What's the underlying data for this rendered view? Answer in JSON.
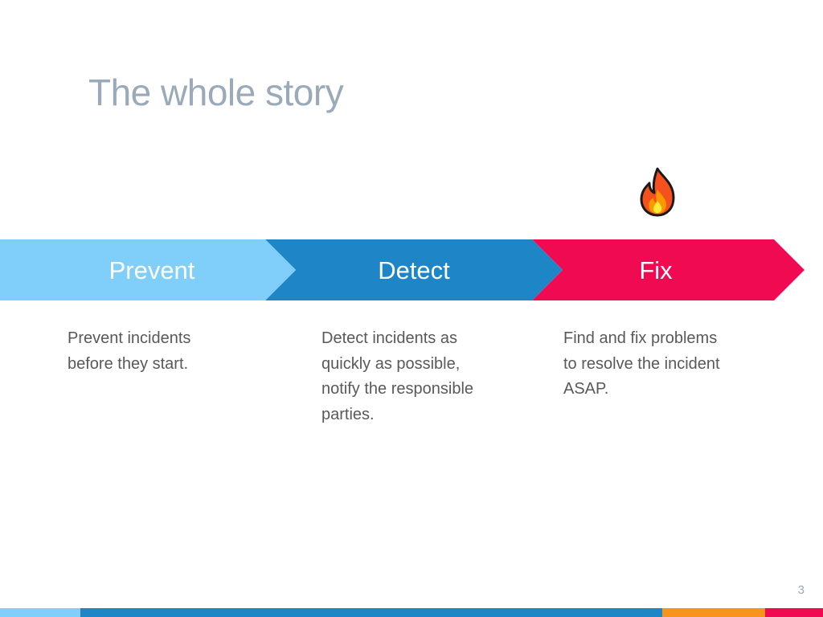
{
  "slide": {
    "title": "The whole story",
    "page_number": "3"
  },
  "colors": {
    "prevent": "#80cefa",
    "detect": "#1e86c7",
    "fix": "#ef0a52",
    "footer_light": "#80cefa",
    "footer_blue": "#1e86c7",
    "footer_orange": "#f7941d",
    "footer_pink": "#ef0a52",
    "title": "#9aaab8",
    "body_text": "#595959"
  },
  "icon": "fire-icon",
  "stages": [
    {
      "label": "Prevent",
      "description_lines": [
        "Prevent incidents",
        "before they start."
      ]
    },
    {
      "label": "Detect",
      "description_lines": [
        "Detect incidents as",
        "quickly as possible,",
        "notify the responsible",
        "parties."
      ]
    },
    {
      "label": "Fix",
      "description_lines": [
        "Find and fix problems",
        "to resolve the incident",
        "ASAP."
      ]
    }
  ]
}
